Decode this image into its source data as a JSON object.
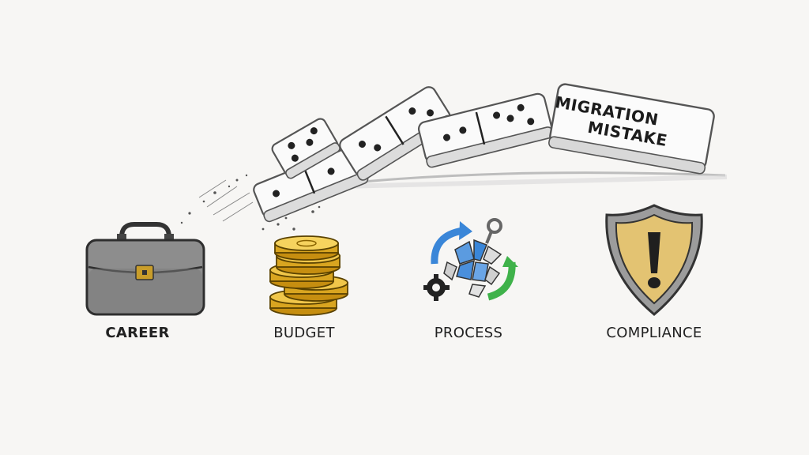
{
  "domino_label": {
    "line1": "MIGRATION",
    "line2": "MISTAKE"
  },
  "impacts": [
    {
      "label": "CAREER",
      "icon": "briefcase-icon"
    },
    {
      "label": "BUDGET",
      "icon": "coin-stack-icon"
    },
    {
      "label": "PROCESS",
      "icon": "broken-process-icon"
    },
    {
      "label": "COMPLIANCE",
      "icon": "warning-shield-icon"
    }
  ],
  "colors": {
    "background": "#f7f6f4",
    "ink": "#222222",
    "gold": "#d9a520",
    "blue": "#3a86d8",
    "green": "#3fb24a"
  }
}
